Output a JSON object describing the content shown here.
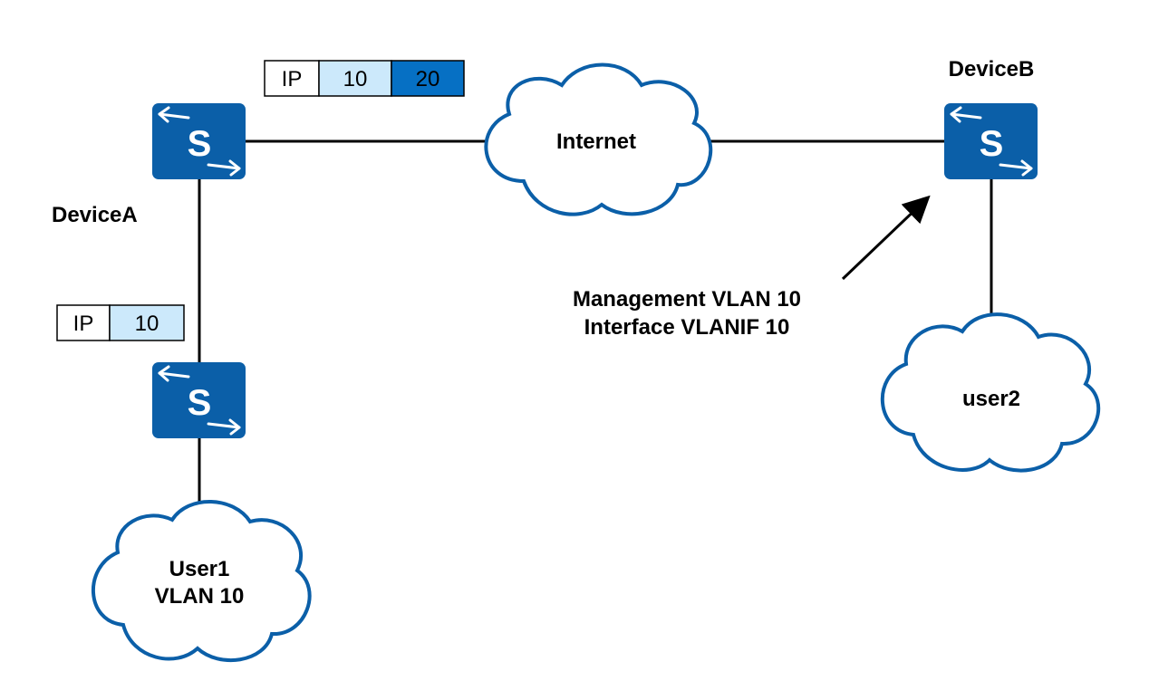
{
  "colors": {
    "switch": "#0b5fa8",
    "cloud_stroke": "#0b5fa8",
    "tag_light": "#cce9fb",
    "tag_dark": "#0670c4",
    "line": "#000000"
  },
  "devices": {
    "device_a": {
      "label": "DeviceA",
      "icon": "switch-icon",
      "glyph": "S"
    },
    "device_b": {
      "label": "DeviceB",
      "icon": "switch-icon",
      "glyph": "S"
    },
    "access_switch": {
      "icon": "switch-icon",
      "glyph": "S"
    }
  },
  "clouds": {
    "internet": {
      "label": "Internet"
    },
    "user1": {
      "line1": "User1",
      "line2": "VLAN 10"
    },
    "user2": {
      "label": "user2"
    }
  },
  "tags": {
    "double": {
      "cells": [
        "IP",
        "10",
        "20"
      ]
    },
    "single": {
      "cells": [
        "IP",
        "10"
      ]
    }
  },
  "annotation": {
    "line1": "Management VLAN 10",
    "line2": "Interface VLANIF 10"
  }
}
